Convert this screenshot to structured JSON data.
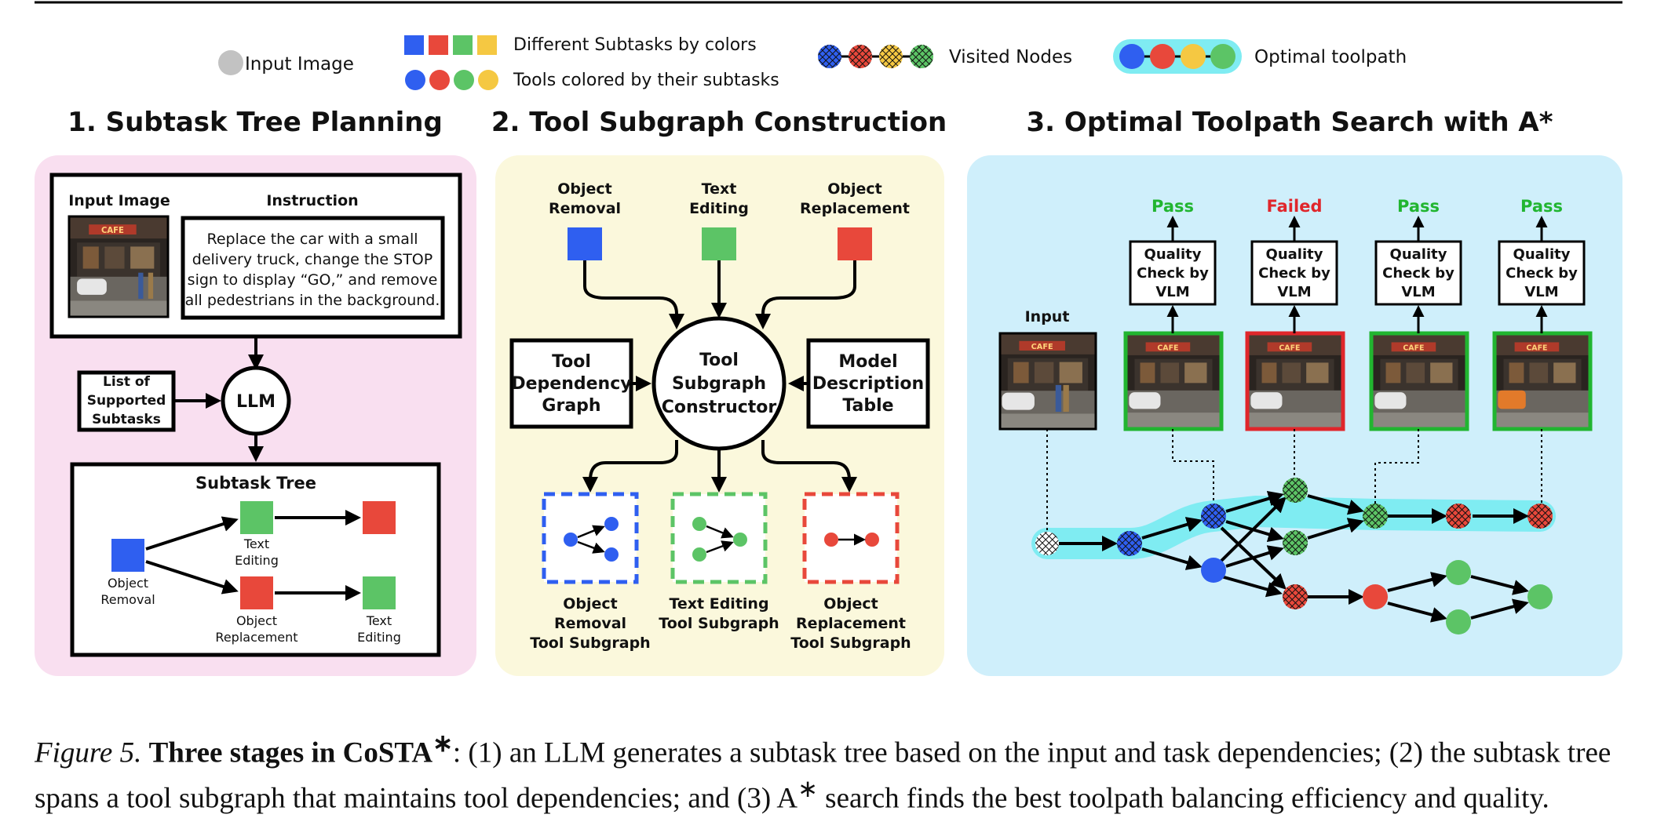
{
  "legend": {
    "input_image": "Input Image",
    "subtasks_colors": "Different Subtasks by colors",
    "tools_colors": "Tools colored by their subtasks",
    "visited_nodes": "Visited Nodes",
    "optimal_toolpath": "Optimal toolpath"
  },
  "colors": {
    "blue": "#2f5ff0",
    "red": "#e8483b",
    "green": "#5cc466",
    "yellow": "#f5c842",
    "pink_panel": "#f9dff0",
    "yellow_panel": "#fbf8dc",
    "blue_panel": "#cfeffb",
    "highlight": "#7fecf2",
    "pass": "#21b530",
    "failed": "#e0262b"
  },
  "panel1": {
    "title": "1. Subtask Tree Planning",
    "input_image_label": "Input Image",
    "instruction_label": "Instruction",
    "instruction_lines": [
      "Replace the car with a small",
      "delivery truck, change the STOP",
      "sign to display “GO,” and remove",
      "all pedestrians in the background."
    ],
    "supported_lines": [
      "List of",
      "Supported",
      "Subtasks"
    ],
    "llm": "LLM",
    "tree_title": "Subtask Tree",
    "nodes": {
      "object_removal": [
        "Object",
        "Removal"
      ],
      "text_editing_top": [
        "Text",
        "Editing"
      ],
      "object_replacement": [
        "Object",
        "Replacement"
      ],
      "text_editing_bottom": [
        "Text",
        "Editing"
      ]
    }
  },
  "panel2": {
    "title": "2. Tool Subgraph Construction",
    "top_labels": {
      "object_removal": [
        "Object",
        "Removal"
      ],
      "text_editing": [
        "Text",
        "Editing"
      ],
      "object_replacement": [
        "Object",
        "Replacement"
      ]
    },
    "tool_dependency_lines": [
      "Tool",
      "Dependency",
      "Graph"
    ],
    "constructor_lines": [
      "Tool",
      "Subgraph",
      "Constructor"
    ],
    "model_description_lines": [
      "Model",
      "Description",
      "Table"
    ],
    "subgraph_labels": {
      "object_removal": [
        "Object",
        "Removal",
        "Tool Subgraph"
      ],
      "text_editing": [
        "Text Editing",
        "Tool Subgraph"
      ],
      "object_replacement": [
        "Object",
        "Replacement",
        "Tool Subgraph"
      ]
    }
  },
  "panel3": {
    "title": "3. Optimal Toolpath Search with A*",
    "input_label": "Input",
    "quality_check_lines": [
      "Quality",
      "Check by",
      "VLM"
    ],
    "results": [
      "Pass",
      "Failed",
      "Pass",
      "Pass"
    ]
  },
  "caption": {
    "figure_label": "Figure 5.",
    "bold": "Three stages in CoSTA",
    "bold_sup": "∗",
    "text": ": (1) an LLM generates a subtask tree based on the input and task dependencies; (2) the subtask tree spans a tool subgraph that maintains tool dependencies; and (3) A",
    "text_sup": "∗",
    "text_end": " search finds the best toolpath balancing efficiency and quality."
  }
}
